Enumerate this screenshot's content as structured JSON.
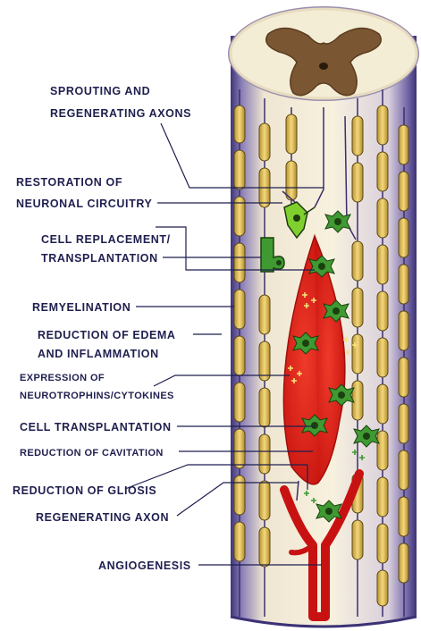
{
  "labels": {
    "sprouting_line1": "SPROUTING AND",
    "sprouting_line2": "REGENERATING AXONS",
    "restoration_line1": "RESTORATION OF",
    "restoration_line2": "NEURONAL CIRCUITRY",
    "cell_replacement_line1": "CELL REPLACEMENT/",
    "cell_replacement_line2": "TRANSPLANTATION",
    "remyelination": "REMYELINATION",
    "edema_line1": "REDUCTION OF EDEMA",
    "edema_line2": "AND INFLAMMATION",
    "expression_line1": "EXPRESSION OF",
    "expression_line2": "NEUROTROPHINS/CYTOKINES",
    "cell_transplantation": "CELL TRANSPLANTATION",
    "cavitation": "REDUCTION OF CAVITATION",
    "gliosis": "REDUCTION OF GLIOSIS",
    "regenerating_axon": "REGENERATING AXON",
    "angiogenesis": "ANGIOGENESIS"
  },
  "colors": {
    "label_text": "#1f1f4f",
    "cord_body": "#f3ecd2",
    "cord_shadow": "#5b4f8f",
    "myelin": "#e3c35e",
    "lesion": "#dd1d1d",
    "vessel": "#c81212",
    "stem_cell": "#3f9a32",
    "neuron": "#7fd02f",
    "gray_matter": "#7a5632"
  }
}
